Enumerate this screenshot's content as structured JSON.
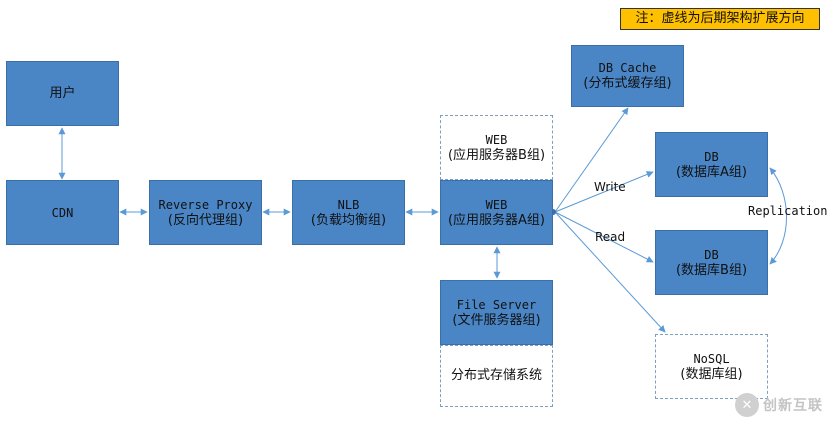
{
  "note": "注：虚线为后期架构扩展方向",
  "nodes": {
    "user": {
      "l1": "用户"
    },
    "cdn": {
      "l1": "CDN"
    },
    "proxy": {
      "l1": "Reverse Proxy",
      "l2": "(反向代理组)"
    },
    "nlb": {
      "l1": "NLB",
      "l2": "(负载均衡组)"
    },
    "web_a": {
      "l1": "WEB",
      "l2": "(应用服务器A组)"
    },
    "web_b": {
      "l1": "WEB",
      "l2": "(应用服务器B组)"
    },
    "file_server": {
      "l1": "File Server",
      "l2": "(文件服务器组)"
    },
    "dist_storage": {
      "l1": "分布式存储系统"
    },
    "db_cache": {
      "l1": "DB Cache",
      "l2": "(分布式缓存组)"
    },
    "db_a": {
      "l1": "DB",
      "l2": "(数据库A组)"
    },
    "db_b": {
      "l1": "DB",
      "l2": "(数据库B组)"
    },
    "nosql": {
      "l1": "NoSQL",
      "l2": "(数据库组)"
    }
  },
  "edge_labels": {
    "write": "Write",
    "read": "Read",
    "replication": "Replication"
  },
  "colors": {
    "node_fill": "#4a86c6",
    "node_border": "#3a6fa8",
    "line": "#5b9bd5",
    "note_bg": "#ffc000"
  },
  "watermark": {
    "text": "创新互联",
    "icon": "logo-x-icon"
  }
}
